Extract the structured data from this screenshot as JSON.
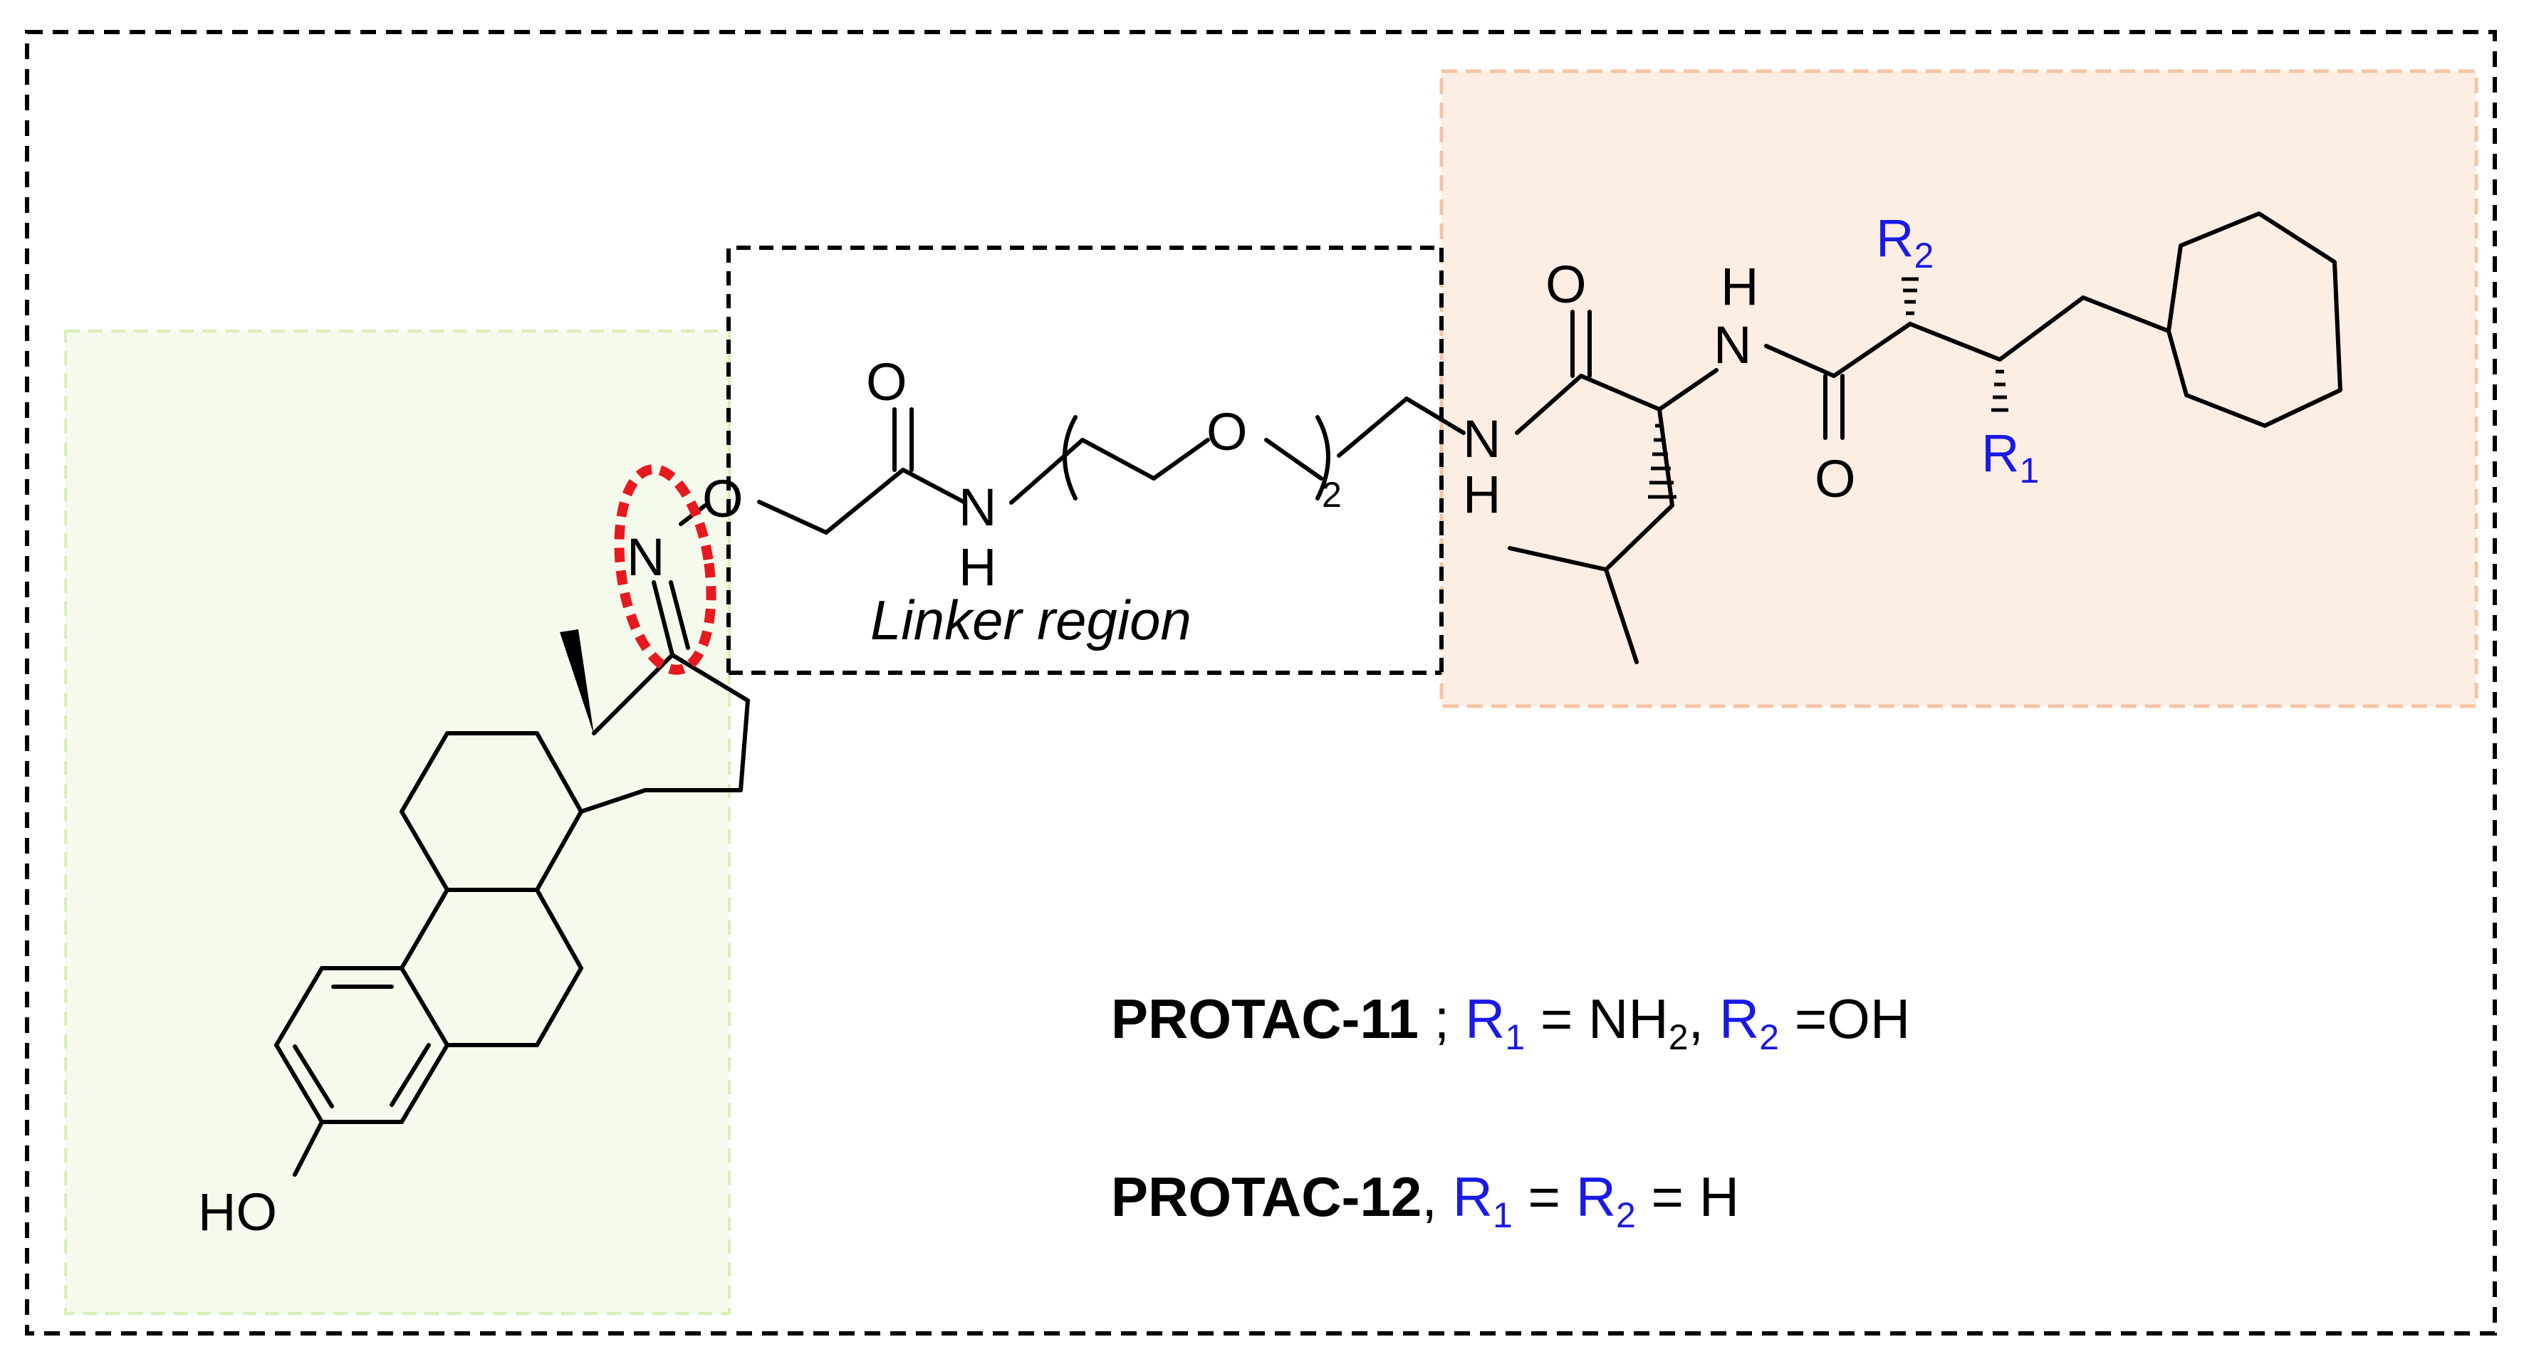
{
  "atoms": {
    "ho": "HO",
    "n_oxime": "N",
    "o_oxime": "O",
    "o_carbonyl1": "O",
    "n_amide1": "N",
    "h_amide1": "H",
    "o_peg": "O",
    "repeat_count": "2",
    "n_amide2": "N",
    "h_amide2": "H",
    "o_carbonyl2": "O",
    "h_amide3": "H",
    "n_amide3": "N",
    "o_carbonyl3": "O",
    "r1": "R",
    "r1_sub": "1",
    "r2": "R",
    "r2_sub": "2"
  },
  "region_label": "Linker region",
  "compounds": [
    {
      "name": "PROTAC-11",
      "sep": " ; ",
      "r1": "R",
      "r1_sub": "1",
      "eq1": " = NH",
      "eq1_sub": "2",
      "comma": ", ",
      "r2": "R",
      "r2_sub": "2",
      "eq2": " =OH"
    },
    {
      "name": "PROTAC-12",
      "sep": ", ",
      "r1": "R",
      "r1_sub": "1",
      "eq1": " = ",
      "r2": "R",
      "r2_sub": "2",
      "eq2": " = H"
    }
  ],
  "colors": {
    "ligand_box_fill": "#f4faec",
    "ligand_box_stroke": "#d8efb6",
    "degron_box_fill": "#fdeee4",
    "degron_box_stroke": "#f5c3a5",
    "highlight": "#e8191e",
    "substituent": "#1a1ae6"
  }
}
